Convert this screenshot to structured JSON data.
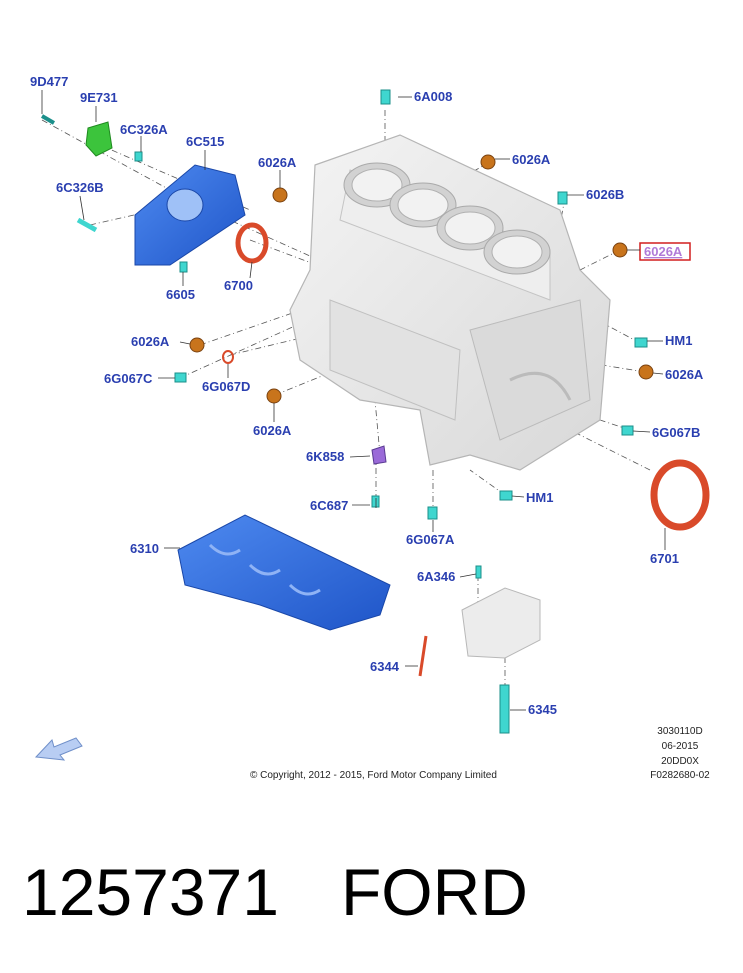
{
  "labels": {
    "9D477": "9D477",
    "9E731": "9E731",
    "6C326A": "6C326A",
    "6C515": "6C515",
    "6C326B": "6C326B",
    "6605": "6605",
    "6700": "6700",
    "6A008": "6A008",
    "6026A_1": "6026A",
    "6026A_2": "6026A",
    "6026B": "6026B",
    "6026A_hl": "6026A",
    "6026A_3": "6026A",
    "6G067C": "6G067C",
    "6G067D": "6G067D",
    "6026A_4": "6026A",
    "HM1_1": "HM1",
    "6026A_5": "6026A",
    "6G067B": "6G067B",
    "6K858": "6K858",
    "HM1_2": "HM1",
    "6C687": "6C687",
    "6G067A": "6G067A",
    "6701": "6701",
    "6310": "6310",
    "6A346": "6A346",
    "6344": "6344",
    "6345": "6345"
  },
  "footer": {
    "copyright": "© Copyright, 2012 - 2015, Ford Motor Company Limited",
    "code1": "3030110D",
    "code2": "06-2015",
    "code3": "20DD0X",
    "code4": "F0282680-02"
  },
  "caption": {
    "part_number": "1257371",
    "brand": "FORD"
  },
  "colors": {
    "callout": "#2a3fb0",
    "highlight_box": "#d21f1f",
    "block": "#e9e9e9",
    "blue_part": "#2f6fe0",
    "green_part": "#3cc43c",
    "orange_plug": "#c8741c",
    "cyan_bolt": "#3fd6cf",
    "seal_red": "#d94a2a"
  }
}
